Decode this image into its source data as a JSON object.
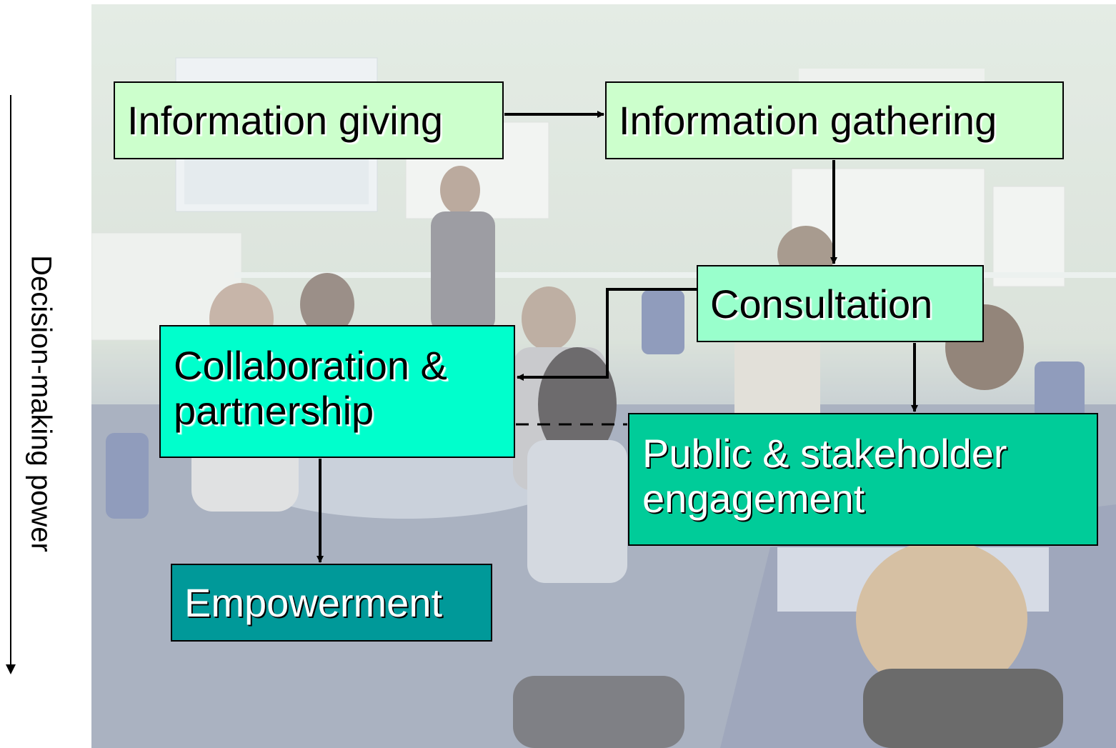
{
  "axis": {
    "label": "Decision-making power"
  },
  "boxes": {
    "information_giving": "Information giving",
    "information_gathering": "Information gathering",
    "consultation": "Consultation",
    "collaboration_line1": "Collaboration &",
    "collaboration_line2": "partnership",
    "public_line1": "Public & stakeholder",
    "public_line2": "engagement",
    "empowerment": "Empowerment"
  },
  "colors": {
    "information_giving": "#ccffcc",
    "information_gathering": "#ccffcc",
    "consultation": "#99ffcc",
    "collaboration": "#00ffcc",
    "public_engagement": "#00cc99",
    "empowerment": "#009999",
    "connector": "#000000"
  },
  "connections": [
    {
      "from": "Information giving",
      "to": "Information gathering",
      "style": "solid"
    },
    {
      "from": "Information gathering",
      "to": "Consultation",
      "style": "solid"
    },
    {
      "from": "Consultation",
      "to": "Collaboration & partnership",
      "style": "solid"
    },
    {
      "from": "Consultation",
      "to": "Public & stakeholder engagement",
      "style": "solid"
    },
    {
      "from": "Collaboration & partnership",
      "to": "Empowerment",
      "style": "solid"
    },
    {
      "from": "Collaboration & partnership",
      "to": "Public & stakeholder engagement",
      "style": "dashed"
    }
  ],
  "background": {
    "description_icon": "workshop-photo"
  }
}
